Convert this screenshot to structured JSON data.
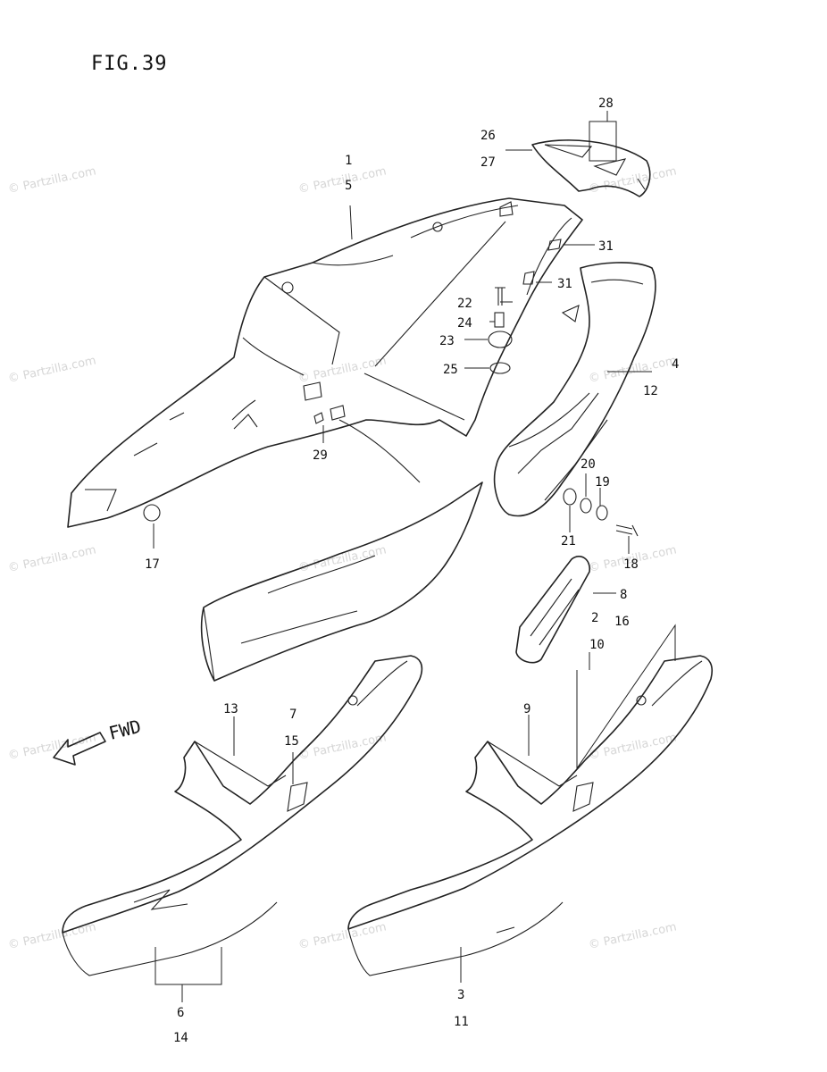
{
  "figure_title": "FIG.39",
  "direction_label": "FWD",
  "watermark_text": "© Partzilla.com",
  "callouts": {
    "c1": "1",
    "c5": "5",
    "c26": "26",
    "c27": "27",
    "c28": "28",
    "c31a": "31",
    "c31b": "31",
    "c22": "22",
    "c24": "24",
    "c23": "23",
    "c25": "25",
    "c4": "4",
    "c12": "12",
    "c29": "29",
    "c17": "17",
    "c20": "20",
    "c19": "19",
    "c21": "21",
    "c18": "18",
    "c8": "8",
    "c2": "2",
    "c16": "16",
    "c10": "10",
    "c13": "13",
    "c7": "7",
    "c15": "15",
    "c9": "9",
    "c6": "6",
    "c14": "14",
    "c3": "3",
    "c11": "11"
  }
}
